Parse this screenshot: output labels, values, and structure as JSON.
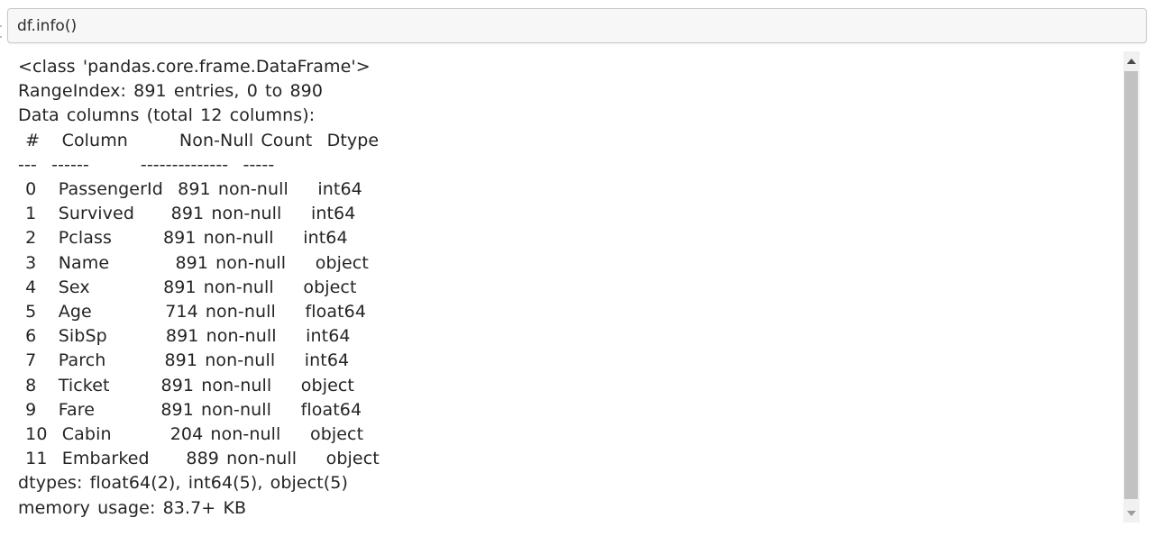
{
  "cell": {
    "input": {
      "value": "df.info()"
    },
    "output": {
      "class_line": "<class 'pandas.core.frame.DataFrame'>",
      "range_line": "RangeIndex: 891 entries, 0 to 890",
      "columns_line": "Data columns (total 12 columns):",
      "table": {
        "headers": [
          "#",
          "Column",
          "Non-Null Count",
          "Dtype"
        ],
        "separator": [
          "---",
          "------",
          "--------------",
          "-----"
        ],
        "rows": [
          [
            "0",
            "PassengerId",
            "891 non-null",
            "int64"
          ],
          [
            "1",
            "Survived",
            "891 non-null",
            "int64"
          ],
          [
            "2",
            "Pclass",
            "891 non-null",
            "int64"
          ],
          [
            "3",
            "Name",
            "891 non-null",
            "object"
          ],
          [
            "4",
            "Sex",
            "891 non-null",
            "object"
          ],
          [
            "5",
            "Age",
            "714 non-null",
            "float64"
          ],
          [
            "6",
            "SibSp",
            "891 non-null",
            "int64"
          ],
          [
            "7",
            "Parch",
            "891 non-null",
            "int64"
          ],
          [
            "8",
            "Ticket",
            "891 non-null",
            "object"
          ],
          [
            "9",
            "Fare",
            "891 non-null",
            "float64"
          ],
          [
            "10",
            "Cabin",
            "204 non-null",
            "object"
          ],
          [
            "11",
            "Embarked",
            "889 non-null",
            "object"
          ]
        ]
      },
      "dtypes_line": "dtypes: float64(2), int64(5), object(5)",
      "memory_line": "memory usage: 83.7+ KB"
    }
  },
  "scrollbar": {
    "up_icon": "triangle-up",
    "down_icon": "triangle-down"
  },
  "colors": {
    "page_bg": "#ffffff",
    "input_bg": "#f7f7f7",
    "input_border": "#c9c9c9",
    "text": "#242424",
    "scrollbar_track": "#f1f1f1",
    "scrollbar_thumb": "#c2c2c2",
    "scroll_arrow_up": "#4a4a4a",
    "scroll_arrow_down": "#9c9c9c"
  }
}
